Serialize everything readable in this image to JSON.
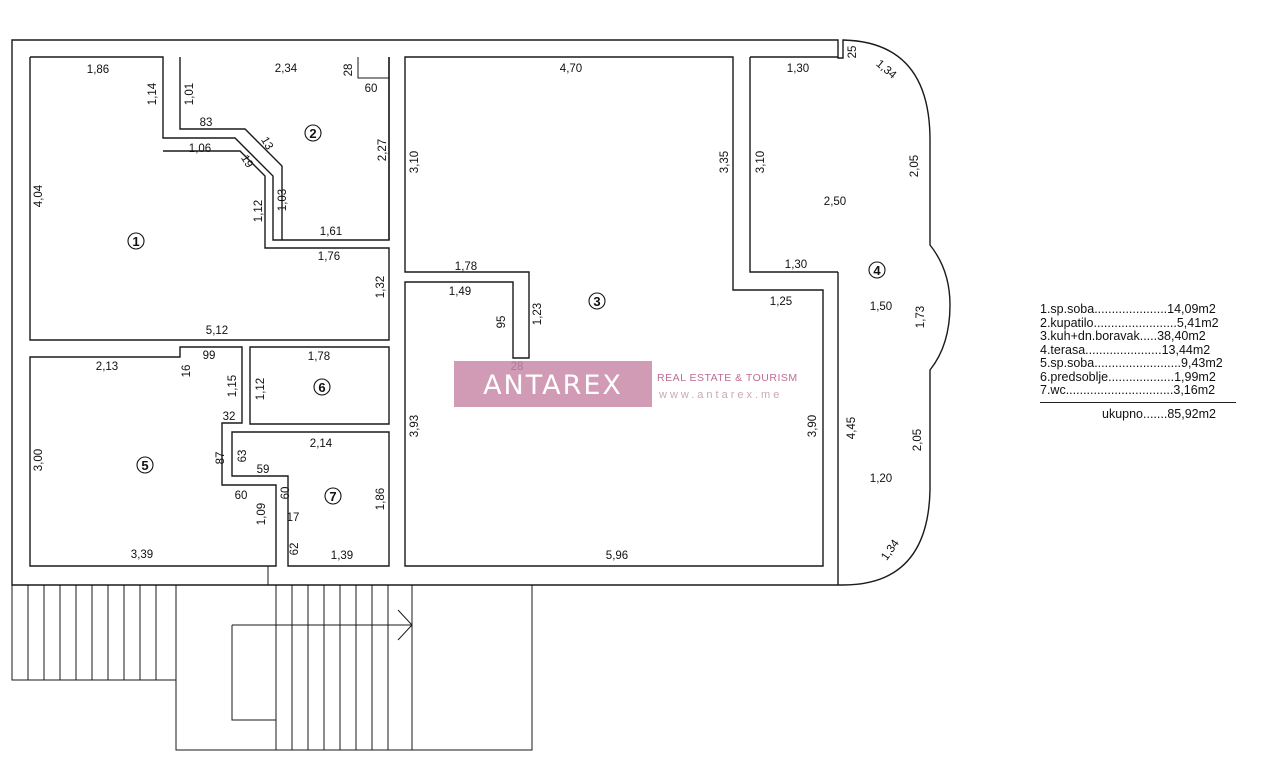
{
  "watermark": {
    "name": "ANTAREX",
    "tagline": "REAL ESTATE & TOURISM",
    "url": "www.antarex.me"
  },
  "rooms": [
    {
      "number": "1"
    },
    {
      "number": "2"
    },
    {
      "number": "3"
    },
    {
      "number": "4"
    },
    {
      "number": "5"
    },
    {
      "number": "6"
    },
    {
      "number": "7"
    }
  ],
  "dimensions": [
    "1,86",
    "1,14",
    "4,04",
    "1,06",
    "83",
    "1,01",
    "2,34",
    "28",
    "60",
    "2,27",
    "13",
    "19",
    "1,03",
    "1,12",
    "1,61",
    "1,76",
    "1,32",
    "5,12",
    "4,70",
    "3,10",
    "3,35",
    "1,78",
    "1,49",
    "95",
    "1,23",
    "28",
    "3,93",
    "3,90",
    "5,96",
    "1,30",
    "25",
    "1,34",
    "3,10",
    "2,05",
    "2,50",
    "1,30",
    "1,25",
    "1,50",
    "1,73",
    "4,45",
    "2,05",
    "1,20",
    "1,34",
    "2,13",
    "16",
    "99",
    "1,15",
    "32",
    "87",
    "63",
    "59",
    "60",
    "60",
    "1,09",
    "17",
    "62",
    "3,00",
    "3,39",
    "1,78",
    "1,12",
    "2,14",
    "1,86",
    "1,39"
  ],
  "legend": {
    "items": [
      "1.sp.soba.....................14,09m2",
      "2.kupatilo........................5,41m2",
      "3.kuh+dn.boravak.....38,40m2",
      "4.terasa......................13,44m2",
      "5.sp.soba.........................9,43m2",
      "6.predsoblje...................1,99m2",
      "7.wc...............................3,16m2"
    ],
    "total": "ukupno.......85,92m2"
  }
}
